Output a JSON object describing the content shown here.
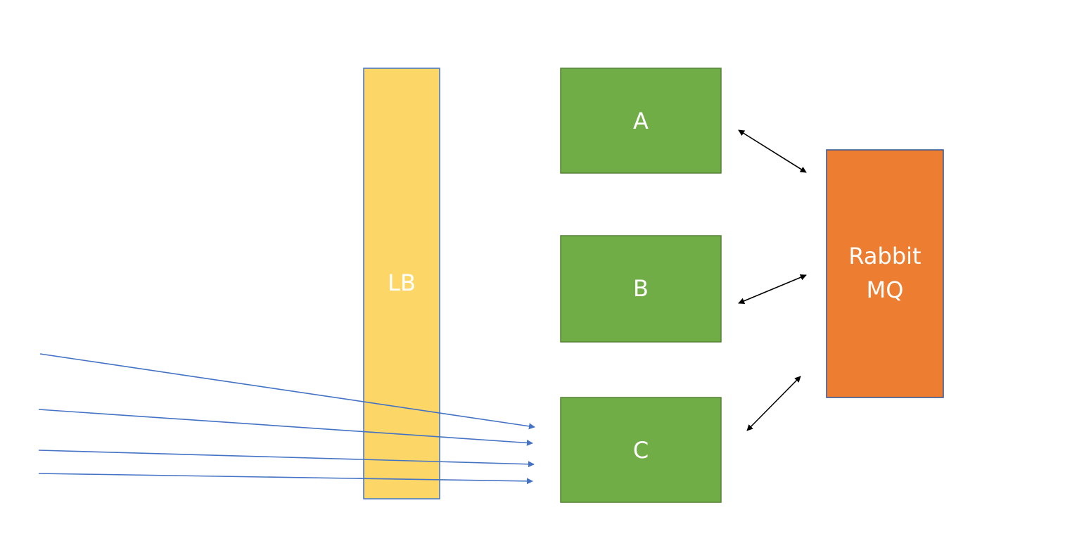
{
  "diagram": {
    "nodes": {
      "lb": {
        "label": "LB",
        "color": "#FCD767",
        "border": "#4472C4"
      },
      "a": {
        "label": "A",
        "color": "#70AD47",
        "border": "#548235"
      },
      "b": {
        "label": "B",
        "color": "#70AD47",
        "border": "#548235"
      },
      "c": {
        "label": "C",
        "color": "#70AD47",
        "border": "#548235"
      },
      "rabbit": {
        "label_line1": "Rabbit",
        "label_line2": "MQ",
        "color": "#ED7D31",
        "border": "#2F5597"
      }
    },
    "edges": [
      {
        "from": "client",
        "to": "c",
        "type": "one-way",
        "color": "#4472C4"
      },
      {
        "from": "client",
        "to": "c",
        "type": "one-way",
        "color": "#4472C4"
      },
      {
        "from": "client",
        "to": "c",
        "type": "one-way",
        "color": "#4472C4"
      },
      {
        "from": "client",
        "to": "c",
        "type": "one-way",
        "color": "#4472C4"
      },
      {
        "from": "a",
        "to": "rabbit",
        "type": "two-way",
        "color": "#000000"
      },
      {
        "from": "b",
        "to": "rabbit",
        "type": "two-way",
        "color": "#000000"
      },
      {
        "from": "c",
        "to": "rabbit",
        "type": "two-way",
        "color": "#000000"
      }
    ]
  }
}
